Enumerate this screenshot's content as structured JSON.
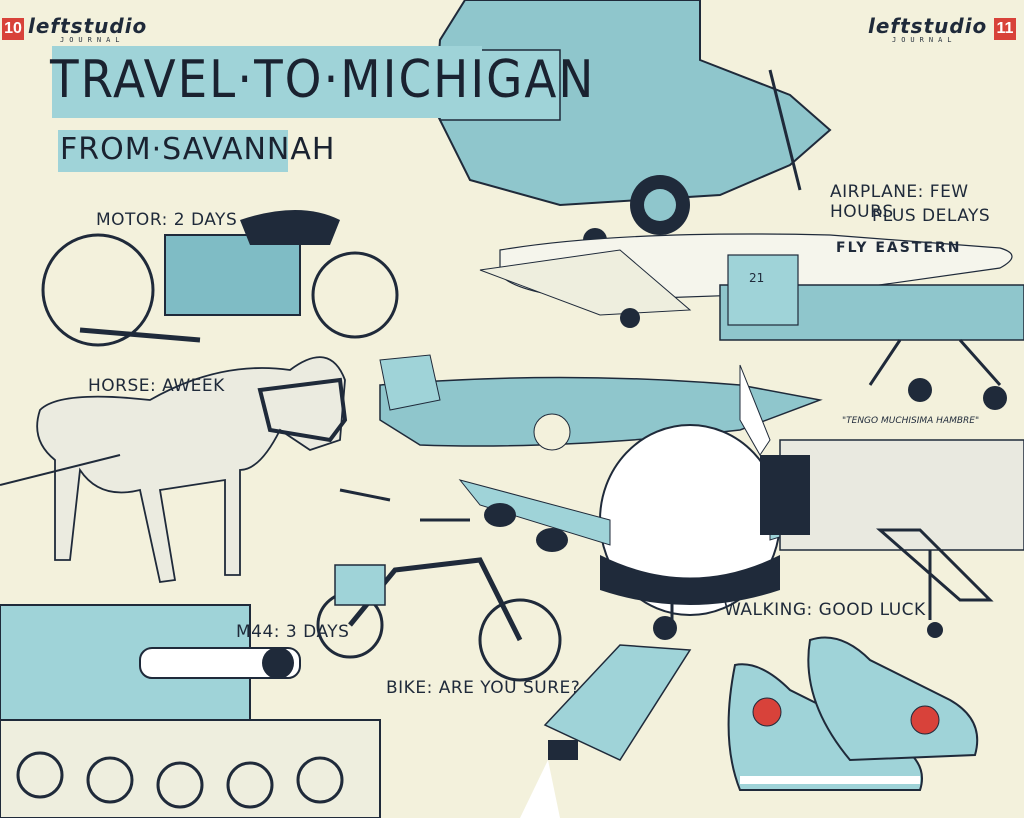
{
  "header": {
    "left_page_number": "10",
    "right_page_number": "11",
    "brand_name": "leftstudio",
    "brand_sub": "JOURNAL"
  },
  "title": {
    "line1": "TRAVEL·TO·MICHIGAN",
    "line2": "FROM·SAVANNAH"
  },
  "labels": {
    "motor": "MOTOR: 2 DAYS",
    "horse": "HORSE: AWEEK",
    "m44": "M44: 3 DAYS",
    "bike": "BIKE: ARE YOU SURE?",
    "airplane_line1": "AIRPLANE: FEW HOURS",
    "airplane_line2": "PLUS DELAYS",
    "walking": "WALKING: GOOD LUCK",
    "handwritten_note": "\"TENGO MUCHISIMA HAMBRE\"",
    "plane_lettering": "FLY EASTERN"
  },
  "colors": {
    "background": "#f3f1dc",
    "accent_teal": "#9fd3d8",
    "ink": "#1f2a3a",
    "page_number_red": "#d8423a"
  },
  "illustrations": [
    "motorcycle-illustration",
    "horse-illustration",
    "tank-illustration",
    "bicycle-illustration",
    "propeller-plane-illustration",
    "airliner-illustration",
    "biplane-illustration",
    "jumbo-jet-illustration",
    "jet-bridge-illustration",
    "sneakers-illustration"
  ]
}
